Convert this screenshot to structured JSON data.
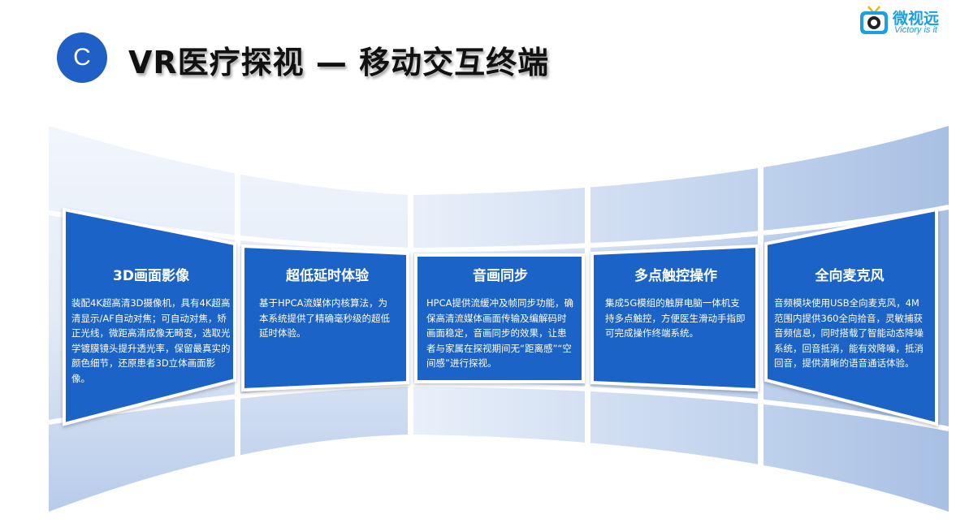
{
  "header": {
    "badge": "C",
    "title": "VR医疗探视 — 移动交互终端"
  },
  "logo": {
    "name": "微视远",
    "slogan": "Victory is it",
    "icon": "tv-robot-icon"
  },
  "colors": {
    "accent": "#1f5fc6",
    "panel": "#1f63c8",
    "logo": "#1a9fe0"
  },
  "panels": [
    {
      "title": "3D画面影像",
      "description": "装配4K超高清3D摄像机，具有4K超高清显示/AF自动对焦；可自动对焦，矫正光线，微距高清成像无畸变，选取光学镀膜镜头提升透光率，保留最真实的颜色细节，还原患者3D立体画面影像。"
    },
    {
      "title": "超低延时体验",
      "description": "基于HPCA流媒体内核算法，为本系统提供了精确毫秒级的超低延时体验。"
    },
    {
      "title": "音画同步",
      "description": "HPCA提供流缓冲及帧同步功能，确保高清流媒体画面传输及编解码时画面稳定，音画同步的效果，让患者与家属在探视期间无“距离感”“空间感”进行探视。"
    },
    {
      "title": "多点触控操作",
      "description": "集成5G模组的触屏电脑一体机支持多点触控，方便医生滑动手指即可完成操作终端系统。"
    },
    {
      "title": "全向麦克风",
      "description": "音频模块使用USB全向麦克风，4M范围内提供360全向拾音，灵敏捕获音频信息，同时搭载了智能动态降噪系统，回音抵消，能有效降噪，抵消回音，提供清晰的语音通话体验。"
    }
  ]
}
